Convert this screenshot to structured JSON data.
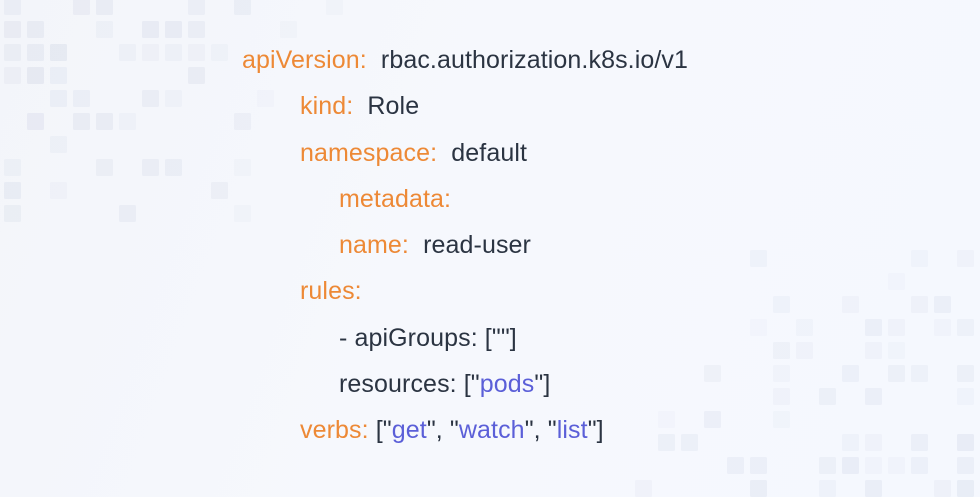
{
  "illustration": {
    "description": "Kubernetes RBAC Role YAML snippet on decorated pixel-mosaic background",
    "background_color": "#f5f7fc",
    "colors": {
      "key": "#ED8936",
      "plain": "#2B3442",
      "string": "#5B5FD8",
      "mosaic": "#6d7da6"
    }
  },
  "code": {
    "language": "yaml",
    "lines": [
      {
        "indent": 0,
        "segments": [
          {
            "type": "key",
            "text": "apiVersion:"
          },
          {
            "type": "plain",
            "text": "  rbac.authorization.k8s.io/v1"
          }
        ]
      },
      {
        "indent": 1,
        "segments": [
          {
            "type": "key",
            "text": "kind:"
          },
          {
            "type": "plain",
            "text": "  Role"
          }
        ]
      },
      {
        "indent": 1,
        "segments": [
          {
            "type": "key",
            "text": "namespace:"
          },
          {
            "type": "plain",
            "text": "  default"
          }
        ]
      },
      {
        "indent": 2,
        "segments": [
          {
            "type": "key",
            "text": "metadata:"
          }
        ]
      },
      {
        "indent": 2,
        "segments": [
          {
            "type": "key",
            "text": "name:"
          },
          {
            "type": "plain",
            "text": "  read-user"
          }
        ]
      },
      {
        "indent": 1,
        "segments": [
          {
            "type": "key",
            "text": "rules:"
          }
        ]
      },
      {
        "indent": 2,
        "segments": [
          {
            "type": "plain",
            "text": "- apiGroups: [\"\"]"
          }
        ]
      },
      {
        "indent": 2,
        "segments": [
          {
            "type": "plain",
            "text": "resources: [\""
          },
          {
            "type": "string",
            "text": "pods"
          },
          {
            "type": "plain",
            "text": "\"]"
          }
        ]
      },
      {
        "indent": 1,
        "segments": [
          {
            "type": "key",
            "text": "verbs:"
          },
          {
            "type": "plain",
            "text": " [\""
          },
          {
            "type": "string",
            "text": "get"
          },
          {
            "type": "plain",
            "text": "\", \""
          },
          {
            "type": "string",
            "text": "watch"
          },
          {
            "type": "plain",
            "text": "\", \""
          },
          {
            "type": "string",
            "text": "list"
          },
          {
            "type": "plain",
            "text": "\"]"
          }
        ]
      }
    ]
  }
}
